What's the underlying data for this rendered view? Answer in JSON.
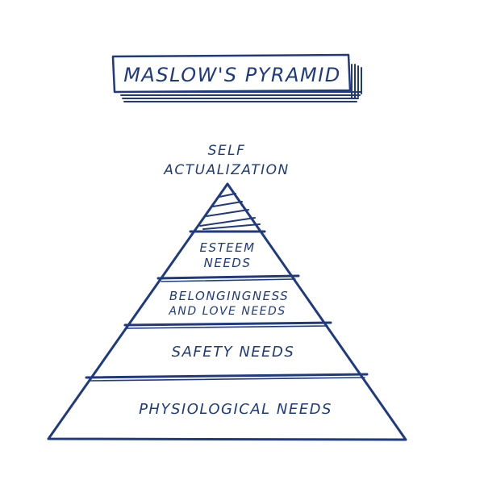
{
  "title": "MASLOW'S PYRAMID",
  "apex_label": {
    "line1": "SELF",
    "line2": "ACTUALIZATION"
  },
  "levels": [
    {
      "id": "self-actualization",
      "lines": []
    },
    {
      "id": "esteem",
      "lines": [
        "ESTEEM",
        "NEEDS"
      ]
    },
    {
      "id": "belonging",
      "lines": [
        "BELONGINGNESS",
        "AND LOVE NEEDS"
      ]
    },
    {
      "id": "safety",
      "lines": [
        "SAFETY NEEDS"
      ]
    },
    {
      "id": "physiological",
      "lines": [
        "PHYSIOLOGICAL NEEDS"
      ]
    }
  ],
  "colors": {
    "ink": "#1f3a80",
    "background": "#ffffff"
  }
}
